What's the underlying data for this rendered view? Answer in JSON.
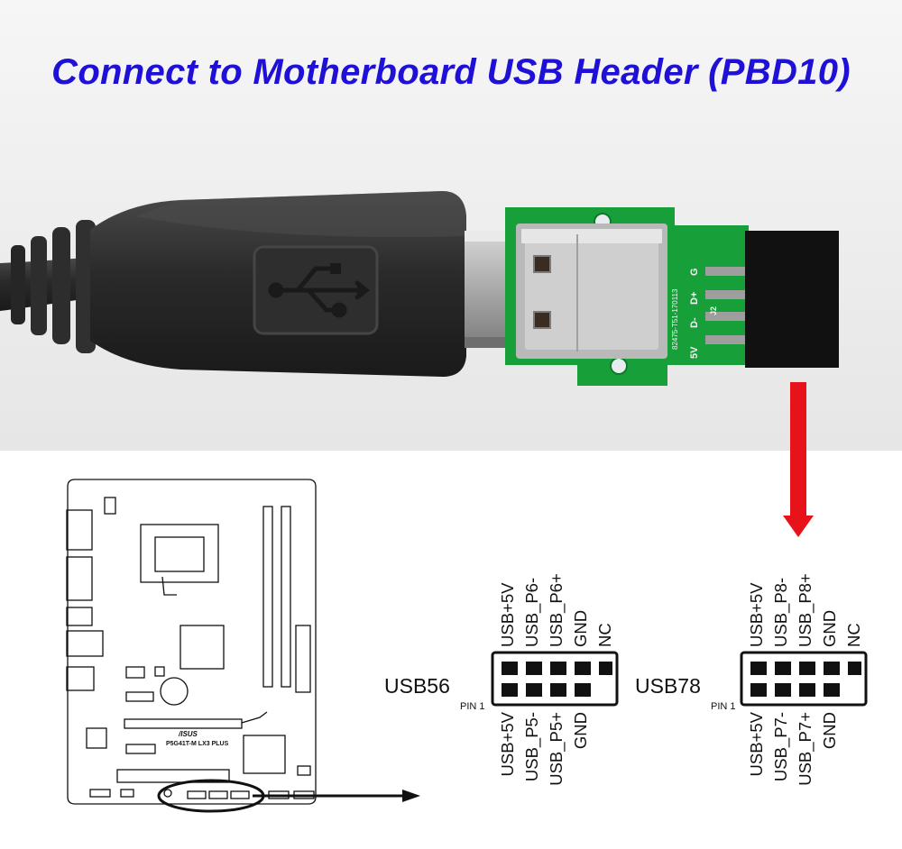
{
  "title": "Connect to Motherboard USB Header (PBD10)",
  "pcb": {
    "pin_labels": [
      "5V",
      "D-",
      "D+",
      "G"
    ],
    "ref": "J2",
    "part_text": "82475-T51-170113"
  },
  "motherboard": {
    "brand": "/ISUS",
    "model": "P5G41T-M LX3 PLUS"
  },
  "headers": [
    {
      "name": "USB56",
      "pin1_label": "PIN 1",
      "top_labels": [
        "USB+5V",
        "USB_P6-",
        "USB_P6+",
        "GND",
        "NC"
      ],
      "bottom_labels": [
        "USB+5V",
        "USB_P5-",
        "USB_P5+",
        "GND"
      ]
    },
    {
      "name": "USB78",
      "pin1_label": "PIN 1",
      "top_labels": [
        "USB+5V",
        "USB_P8-",
        "USB_P8+",
        "GND",
        "NC"
      ],
      "bottom_labels": [
        "USB+5V",
        "USB_P7-",
        "USB_P7+",
        "GND"
      ]
    }
  ],
  "colors": {
    "title": "#1f10d8",
    "arrow": "#e8121a",
    "pcb": "#17a03a",
    "cable": "#2b2b2b"
  }
}
